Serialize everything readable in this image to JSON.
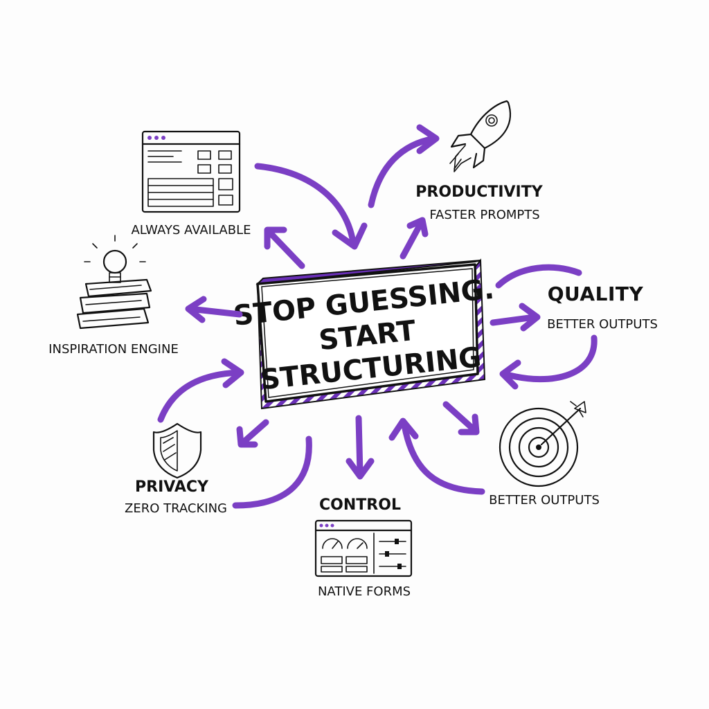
{
  "central": {
    "line1": "STOP GUESSING.",
    "line2": "START",
    "line3": "STRUCTURING"
  },
  "nodes": {
    "always_available": {
      "title": "ALWAYS AVAILABLE",
      "icon": "window-keyboard-icon"
    },
    "inspiration": {
      "title": "INSPIRATION ENGINE",
      "icon": "lightbulb-books-icon"
    },
    "privacy": {
      "title": "PRIVACY",
      "subtitle": "ZERO TRACKING",
      "icon": "shield-icon"
    },
    "control": {
      "title": "CONTROL",
      "subtitle": "NATIVE FORMS",
      "icon": "dashboard-window-icon"
    },
    "target": {
      "subtitle": "BETTER OUTPUTS",
      "icon": "target-icon"
    },
    "quality": {
      "title": "QUALITY",
      "subtitle": "BETTER OUTPUTS"
    },
    "productivity": {
      "title": "PRODUCTIVITY",
      "subtitle": "FASTER PROMPTS",
      "icon": "rocket-icon"
    }
  },
  "colors": {
    "accent": "#7b3fc4",
    "ink": "#111111",
    "background": "#fdfdfd"
  }
}
